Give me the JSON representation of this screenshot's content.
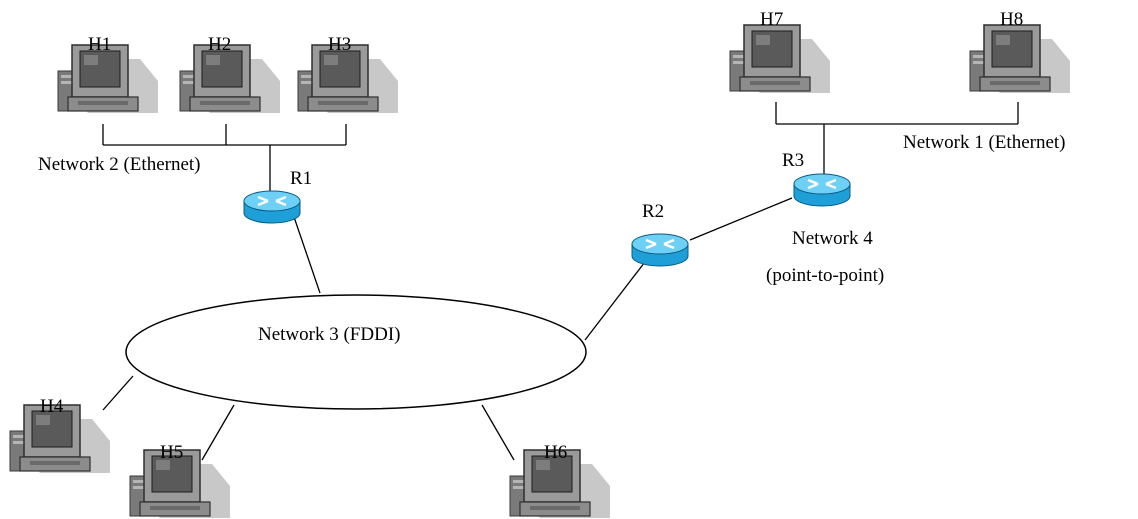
{
  "hosts": [
    {
      "id": "h1",
      "label": "H1"
    },
    {
      "id": "h2",
      "label": "H2"
    },
    {
      "id": "h3",
      "label": "H3"
    },
    {
      "id": "h4",
      "label": "H4"
    },
    {
      "id": "h5",
      "label": "H5"
    },
    {
      "id": "h6",
      "label": "H6"
    },
    {
      "id": "h7",
      "label": "H7"
    },
    {
      "id": "h8",
      "label": "H8"
    }
  ],
  "routers": [
    {
      "id": "r1",
      "label": "R1"
    },
    {
      "id": "r2",
      "label": "R2"
    },
    {
      "id": "r3",
      "label": "R3"
    }
  ],
  "networks": {
    "net1": "Network 1 (Ethernet)",
    "net2": "Network 2 (Ethernet)",
    "net3": "Network 3 (FDDI)",
    "net4_line1": "Network 4",
    "net4_line2": "(point-to-point)"
  },
  "colors": {
    "router_body": "#1e9fd8",
    "router_top": "#6fd0f5",
    "computer_body": "#8c8c8c",
    "screen": "#5a5a5a",
    "shadow": "#c8c8c8",
    "line": "#000000"
  }
}
